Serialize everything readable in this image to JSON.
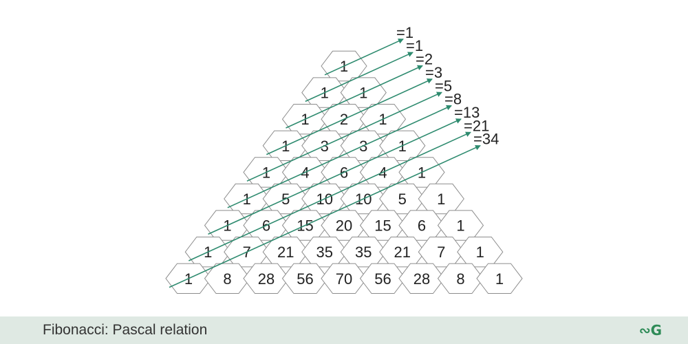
{
  "diagram": {
    "rows": [
      [
        "1"
      ],
      [
        "1",
        "1"
      ],
      [
        "1",
        "2",
        "1"
      ],
      [
        "1",
        "3",
        "3",
        "1"
      ],
      [
        "1",
        "4",
        "6",
        "4",
        "1"
      ],
      [
        "1",
        "5",
        "10",
        "10",
        "5",
        "1"
      ],
      [
        "1",
        "6",
        "15",
        "20",
        "15",
        "6",
        "1"
      ],
      [
        "1",
        "7",
        "21",
        "35",
        "35",
        "21",
        "7",
        "1"
      ],
      [
        "1",
        "8",
        "28",
        "56",
        "70",
        "56",
        "28",
        "8",
        "1"
      ]
    ],
    "sums": [
      "=1",
      "=1",
      "=2",
      "=3",
      "=5",
      "=8",
      "=13",
      "=21",
      "=34"
    ],
    "arrow_color": "#2e8b6f"
  },
  "footer": {
    "title": "Fibonacci: Pascal relation",
    "logo_icon": "geeksforgeeks-logo-icon",
    "background": "#dfe9e3"
  }
}
